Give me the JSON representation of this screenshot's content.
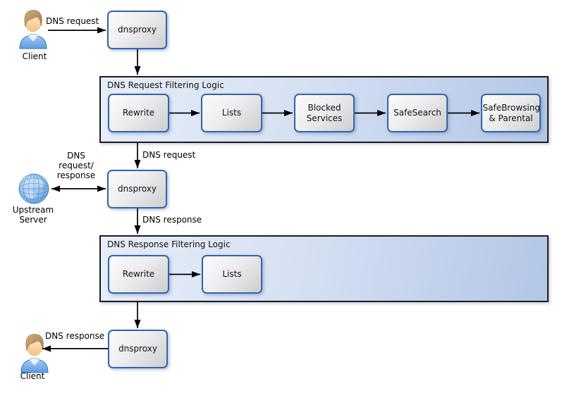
{
  "actors": {
    "client_top": {
      "label": "Client"
    },
    "upstream_server": {
      "label": "Upstream Server"
    },
    "client_bottom": {
      "label": "Client"
    }
  },
  "proxy_nodes": {
    "top": {
      "label": "dnsproxy"
    },
    "middle": {
      "label": "dnsproxy"
    },
    "bottom": {
      "label": "dnsproxy"
    }
  },
  "containers": {
    "request": {
      "title": "DNS Request Filtering Logic",
      "boxes": [
        {
          "label": "Rewrite"
        },
        {
          "label": "Lists"
        },
        {
          "label": "Blocked Services"
        },
        {
          "label": "SafeSearch"
        },
        {
          "label": "SafeBrowsing & Parental"
        }
      ]
    },
    "response": {
      "title": "DNS Response Filtering Logic",
      "boxes": [
        {
          "label": "Rewrite"
        },
        {
          "label": "Lists"
        }
      ]
    }
  },
  "edge_labels": {
    "client_request": "DNS request",
    "filtered_request": "DNS request",
    "upstream_exchange_lines": [
      "DNS",
      "request/",
      "response"
    ],
    "proxy_response": "DNS response",
    "client_response": "DNS response"
  },
  "colors": {
    "node_border": "#3465a4",
    "node_fill_top": "#fcfcfd",
    "node_fill_bottom": "#cdced1",
    "container_fill_left": "#e7edf8",
    "container_fill_right": "#b3c6e6",
    "container_border": "#1c1c1c",
    "arrow": "#000000",
    "text": "#111111"
  }
}
